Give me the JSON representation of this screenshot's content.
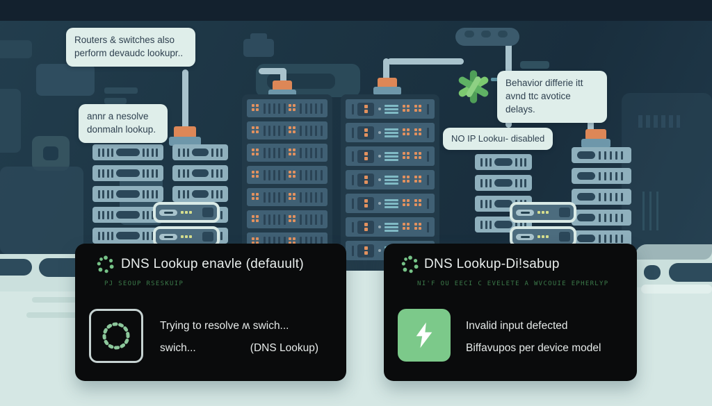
{
  "bubbles": [
    {
      "text": "Routers & switches also perform devaudc lookupr.."
    },
    {
      "text": "annr a nesolve donmaln lookup."
    },
    {
      "text": "Behavior differie itt avnd ttc avotice delays."
    },
    {
      "text": "NO IP Lookuı- disabled"
    }
  ],
  "terminal_left": {
    "title": "DNS Lookup enavle (defauult)",
    "status_text": "PJ SEOUP RSESKUIP",
    "message_line1": "Trying to resolve ʍ swich...",
    "message_line2": "swich...",
    "message_line2_suffix": "(DNS Lookup)"
  },
  "terminal_right": {
    "title": "DNS Lookup-Di!sabup",
    "status_text": "NI'F OU EECI C EVELETE A WVCOUIE EPHERLYP",
    "message_line1": "Invalid input defected",
    "message_line2": "Biffavupos per device model"
  },
  "icons": {
    "terminal_left_header": "spinner-dots",
    "terminal_left_body": "loading-ring",
    "terminal_right_header": "spinner-dots",
    "terminal_right_body": "lightning-bolt",
    "scene_marker": "green-starburst"
  },
  "colors": {
    "accent_green": "#7cc98a",
    "status_green_dim": "#3c7a4a",
    "led_orange": "#dd8757",
    "terminal_bg": "#0a0b0c",
    "bubble_bg": "#dfeeea",
    "scene_bg_dark": "#1c3443",
    "page_bg_light": "#d5e7e4"
  }
}
